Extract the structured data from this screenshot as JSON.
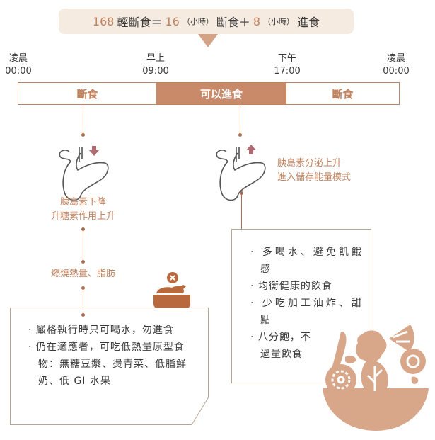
{
  "title": {
    "n1": "168",
    "t1": "輕斷食＝",
    "n2": "16",
    "u1": "（小時）",
    "t2": "斷食＋",
    "n3": "8",
    "u2": "（小時）",
    "t3": "進食"
  },
  "times": [
    {
      "label": "凌晨",
      "time": "00:00"
    },
    {
      "label": "早上",
      "time": "09:00"
    },
    {
      "label": "下午",
      "time": "17:00"
    },
    {
      "label": "凌晨",
      "time": "00:00"
    }
  ],
  "bar": [
    "斷食",
    "可以進食",
    "斷食"
  ],
  "fasting": {
    "effect1": "胰島素下降",
    "effect2": "升糖素作用上升",
    "burn": "燃燒熱量、脂肪",
    "tips": [
      "嚴格執行時只可喝水，勿進食",
      "仍在適應者，可吃低熱量原型食物：無糖豆漿、燙青菜、低脂鮮奶、低 GI 水果"
    ]
  },
  "eating": {
    "effect1": "胰島素分泌上升",
    "effect2": "進入儲存能量模式",
    "tips": [
      "多喝水、避免飢餓感",
      "均衡健康的飲食",
      "少吃加工油炸、甜點",
      "八分飽，不過量飲食"
    ]
  },
  "colors": {
    "accent": "#c0825e",
    "eat": "#c98a6a",
    "line": "#a86e4f",
    "bowl": "#d8a688"
  }
}
